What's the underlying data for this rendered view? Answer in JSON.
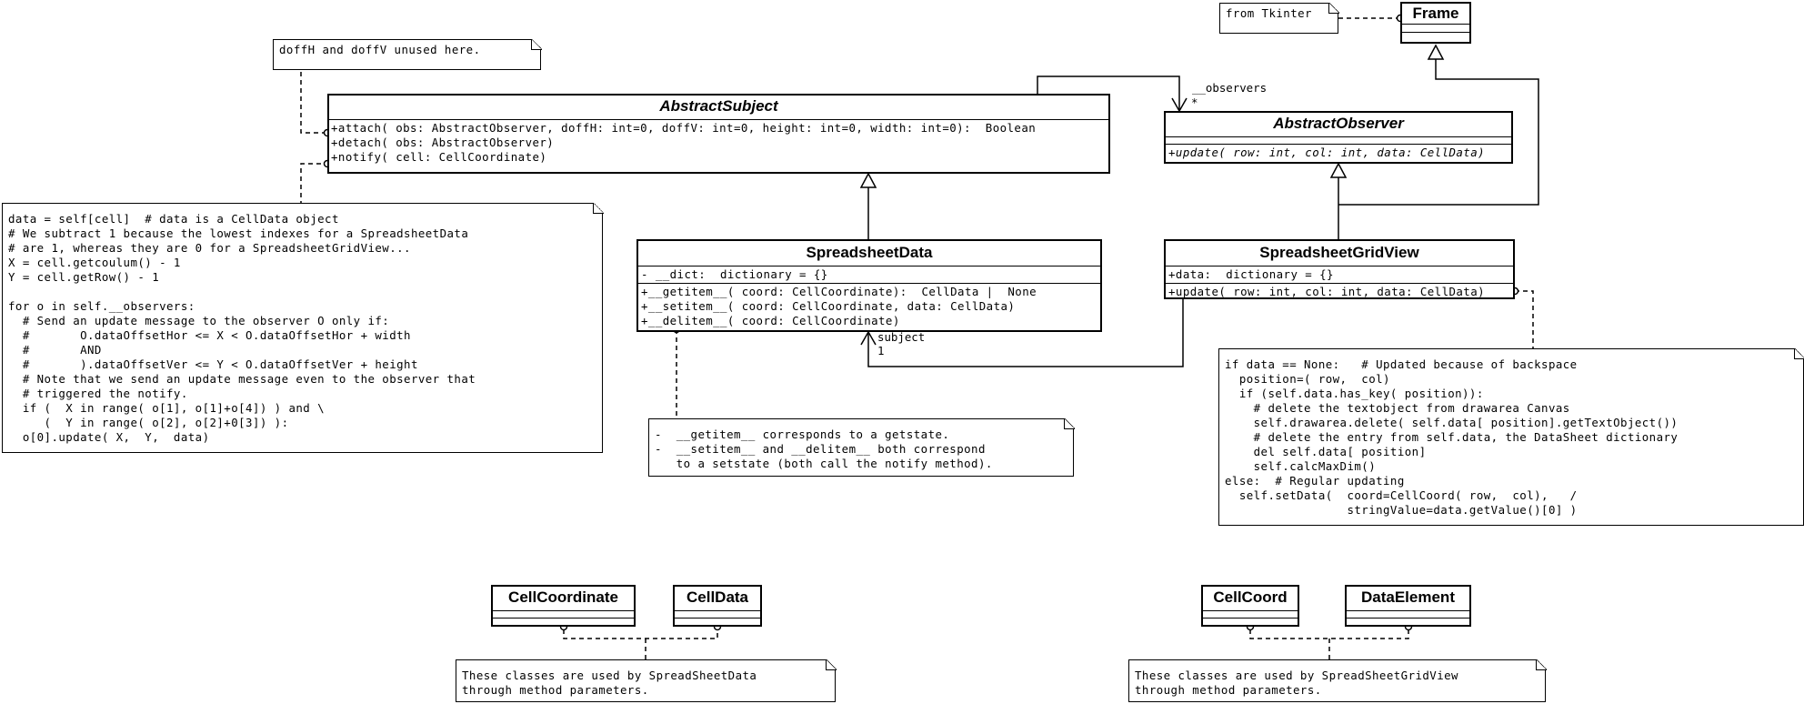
{
  "classes": {
    "frame": {
      "name": "Frame"
    },
    "abstract_subject": {
      "name": "AbstractSubject",
      "operations": [
        "+attach( obs: AbstractObserver, doffH: int=0, doffV: int=0, height: int=0, width: int=0):  Boolean",
        "+detach( obs: AbstractObserver)",
        "+notify( cell: CellCoordinate)"
      ]
    },
    "abstract_observer": {
      "name": "AbstractObserver",
      "operations": [
        "+update( row: int, col: int, data: CellData)"
      ]
    },
    "spreadsheet_data": {
      "name": "SpreadsheetData",
      "attributes": [
        "- __dict:  dictionary = {}"
      ],
      "operations": [
        "+__getitem__( coord: CellCoordinate):  CellData |  None",
        "+__setitem__( coord: CellCoordinate, data: CellData)",
        "+__delitem__( coord: CellCoordinate)"
      ]
    },
    "spreadsheet_grid_view": {
      "name": "SpreadsheetGridView",
      "attributes": [
        "+data:  dictionary = {}"
      ],
      "operations": [
        "+update( row: int, col: int, data: CellData)"
      ]
    },
    "cell_coordinate": {
      "name": "CellCoordinate"
    },
    "cell_data": {
      "name": "CellData"
    },
    "cell_coord": {
      "name": "CellCoord"
    },
    "data_element": {
      "name": "DataElement"
    }
  },
  "notes": {
    "from_tkinter": "from Tkinter",
    "doff_unused": "doffH and doffV unused here.",
    "notify_code": "data = self[cell]  # data is a CellData object\n# We subtract 1 because the lowest indexes for a SpreadsheetData\n# are 1, whereas they are 0 for a SpreadsheetGridView...\nX = cell.getcoulum() - 1\nY = cell.getRow() - 1\n\nfor o in self.__observers:\n  # Send an update message to the observer O only if:\n  #       O.dataOffsetHor <= X < O.dataOffsetHor + width\n  #       AND\n  #       ).dataOffsetVer <= Y < O.dataOffsetVer + height\n  # Note that we send an update message even to the observer that\n  # triggered the notify.\n  if (  X in range( o[1], o[1]+o[4]) ) and \\\n     (  Y in range( o[2], o[2]+0[3]) ):\n  o[0].update( X,  Y,  data)",
    "getitem_note": "-  __getitem__ corresponds to a getstate.\n-  __setitem__ and __delitem__ both correspond\n   to a setstate (both call the notify method).",
    "update_code": "if data == None:   # Updated because of backspace\n  position=( row,  col)\n  if (self.data.has_key( position)):\n    # delete the textobject from drawarea Canvas\n    self.drawarea.delete( self.data[ position].getTextObject())\n    # delete the entry from self.data, the DataSheet dictionary\n    del self.data[ position]\n    self.calcMaxDim()\nelse:  # Regular updating\n  self.setData(  coord=CellCoord( row,  col),   /\n                 stringValue=data.getValue()[0] )",
    "params_left": "These classes are used by SpreadSheetData\nthrough method parameters.",
    "params_right": "These classes are used by SpreadSheetGridView\nthrough method parameters."
  },
  "labels": {
    "observers_role": "__observers",
    "observers_mult": "*",
    "subject_role": "subject",
    "subject_mult": "1"
  }
}
